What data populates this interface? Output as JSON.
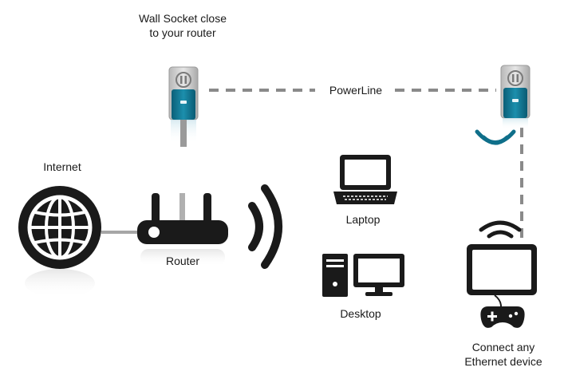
{
  "labels": {
    "wall_socket": "Wall Socket close to your router",
    "powerline": "PowerLine",
    "internet": "Internet",
    "router": "Router",
    "laptop": "Laptop",
    "desktop": "Desktop",
    "ethernet_device": "Connect any Ethernet device"
  },
  "icons": [
    "globe-icon",
    "router-icon",
    "powerline-adapter-icon",
    "wifi-signal-icon",
    "laptop-icon",
    "desktop-computer-icon",
    "monitor-icon",
    "gamepad-icon"
  ],
  "colors": {
    "ink": "#1a1a1a",
    "adapter_accent": "#0f6f8a",
    "connector": "#a6a6a6"
  }
}
